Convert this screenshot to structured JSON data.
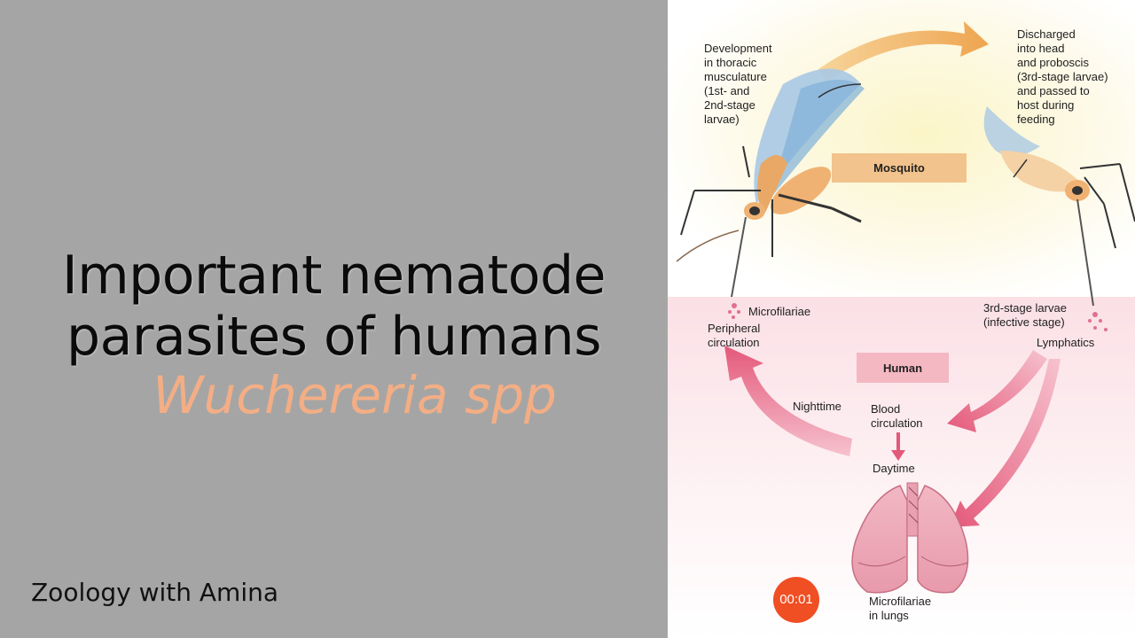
{
  "title": {
    "line1": "Important nematode",
    "line2": "parasites of humans",
    "subtitle": "Wuchereria spp"
  },
  "channel": "Zoology with Amina",
  "diagram": {
    "mosquito_box": "Mosquito",
    "human_box": "Human",
    "labels": {
      "development": "Development\nin thoracic\nmusculature\n(1st- and\n2nd-stage\nlarvae)",
      "discharged": "Discharged\ninto head\nand proboscis\n(3rd-stage larvae)\nand passed to\nhost during\nfeeding",
      "microfilariae": "Microfilariae",
      "peripheral": "Peripheral\ncirculation",
      "third_stage": "3rd-stage larvae\n(infective stage)",
      "lymphatics": "Lymphatics",
      "nighttime": "Nighttime",
      "blood_circulation": "Blood\ncirculation",
      "daytime": "Daytime",
      "lungs": "Microfilariae\nin lungs"
    }
  },
  "timer": "00:01",
  "colors": {
    "left_bg": "#a5a5a5",
    "subtitle": "#f3ae85",
    "mosquito_box": "#f2c38c",
    "human_box": "#f4b8c2",
    "arrow_orange": "#f0b060",
    "arrow_pink": "#e4587a",
    "timer": "#f04e23"
  }
}
